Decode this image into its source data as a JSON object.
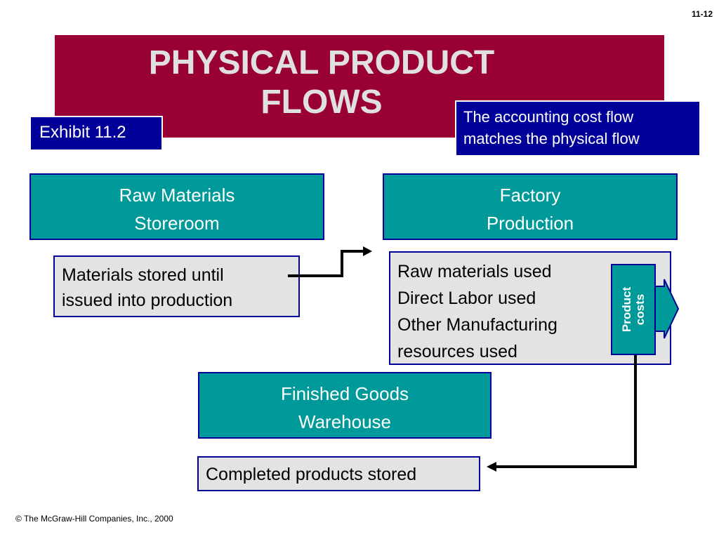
{
  "slide_number": "11-12",
  "title": "PHYSICAL PRODUCT\nFLOWS",
  "exhibit_label": "Exhibit 11.2",
  "note": "The accounting cost flow\nmatches the physical flow",
  "boxes": {
    "raw_materials": "Raw  Materials\nStoreroom",
    "factory": "Factory\nProduction",
    "finished_goods": "Finished Goods\nWarehouse",
    "materials_stored": "Materials stored until\nissued into production",
    "factory_detail": "Raw materials used\nDirect Labor used\nOther Manufacturing\nresources used",
    "completed": "Completed products stored",
    "product_costs": "Product\ncosts"
  },
  "colors": {
    "banner": "#990033",
    "navy": "#000099",
    "teal": "#009999",
    "grey": "#e3e3e3"
  },
  "copyright": "© The McGraw-Hill Companies, Inc., 2000"
}
